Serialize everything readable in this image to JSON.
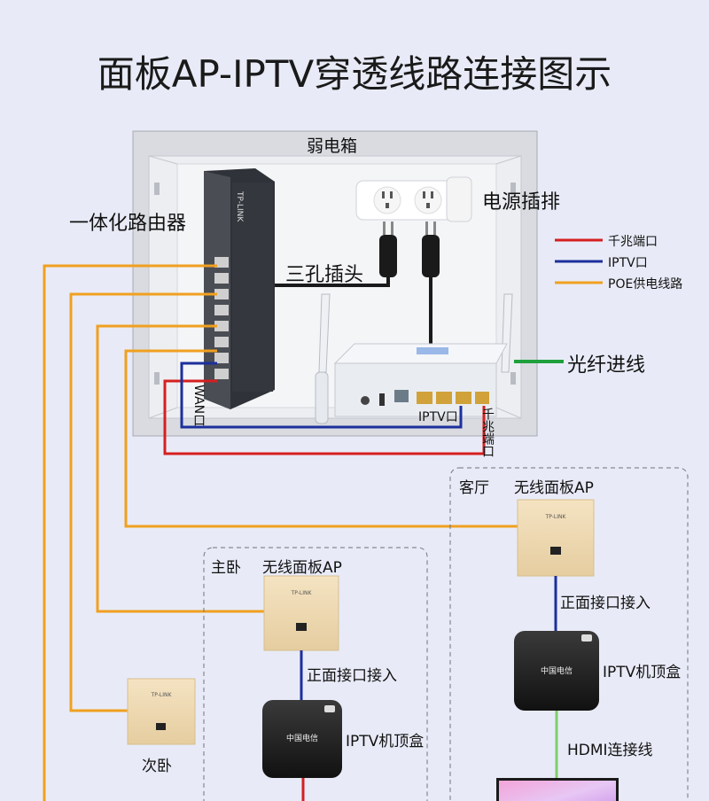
{
  "title": "面板AP-IPTV穿透线路连接图示",
  "cabinet": {
    "label": "弱电箱"
  },
  "router": {
    "label": "一体化路由器",
    "brand": "TP-LINK",
    "wan_label": "WAN口"
  },
  "power_strip": {
    "label": "电源插排"
  },
  "plug": {
    "label": "三孔插头"
  },
  "modem": {
    "iptv_port": "IPTV口",
    "gigabit_port": "千兆端口"
  },
  "fiber": {
    "label": "光纤进线"
  },
  "legend": [
    {
      "label": "千兆端口",
      "color": "#d42020"
    },
    {
      "label": "IPTV口",
      "color": "#1c2f9c"
    },
    {
      "label": "POE供电线路",
      "color": "#f0a020"
    }
  ],
  "living_room": {
    "room": "客厅",
    "ap": "无线面板AP",
    "ap_brand": "TP-LINK",
    "front_port": "正面接口接入",
    "stb": "IPTV机顶盒",
    "hdmi": "HDMI连接线"
  },
  "master_bedroom": {
    "room": "主卧",
    "ap": "无线面板AP",
    "ap_brand": "TP-LINK",
    "front_port": "正面接口接入",
    "stb": "IPTV机顶盒"
  },
  "second_bedroom": {
    "room": "次卧",
    "ap_brand": "TP-LINK"
  },
  "colors": {
    "gigabit": "#d42020",
    "iptv": "#1c2f9c",
    "poe": "#f0a020",
    "fiber": "#1fa03c",
    "hdmi": "#7ccf6c"
  }
}
